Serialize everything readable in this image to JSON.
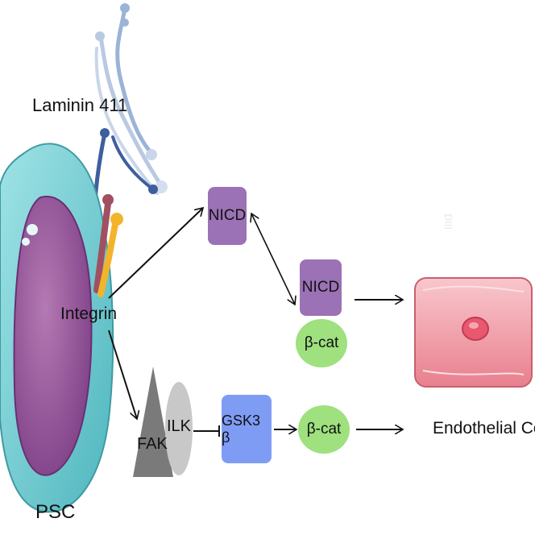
{
  "labels": {
    "laminin": "Laminin 411",
    "integrin": "Integrin",
    "psc": "PSC",
    "endothelial": "Endothelial Cell"
  },
  "nodes": {
    "nicd_top": "NICD",
    "nicd_mid": "NICD",
    "bcat_mid": "β-cat",
    "fak": "FAK",
    "ilk": "ILK",
    "gsk3b": "GSK3 β",
    "bcat_bottom": "β-cat"
  },
  "colors": {
    "cell_outer": "#7fd0d4",
    "cell_inner": "#a76aa4",
    "nicd": "#9b72b5",
    "bcat": "#9fe07f",
    "gsk3b": "#7f9cf5",
    "fak": "#7a7a7a",
    "ilk": "#c8c8c8",
    "endothelial": "#f4a7b0"
  }
}
